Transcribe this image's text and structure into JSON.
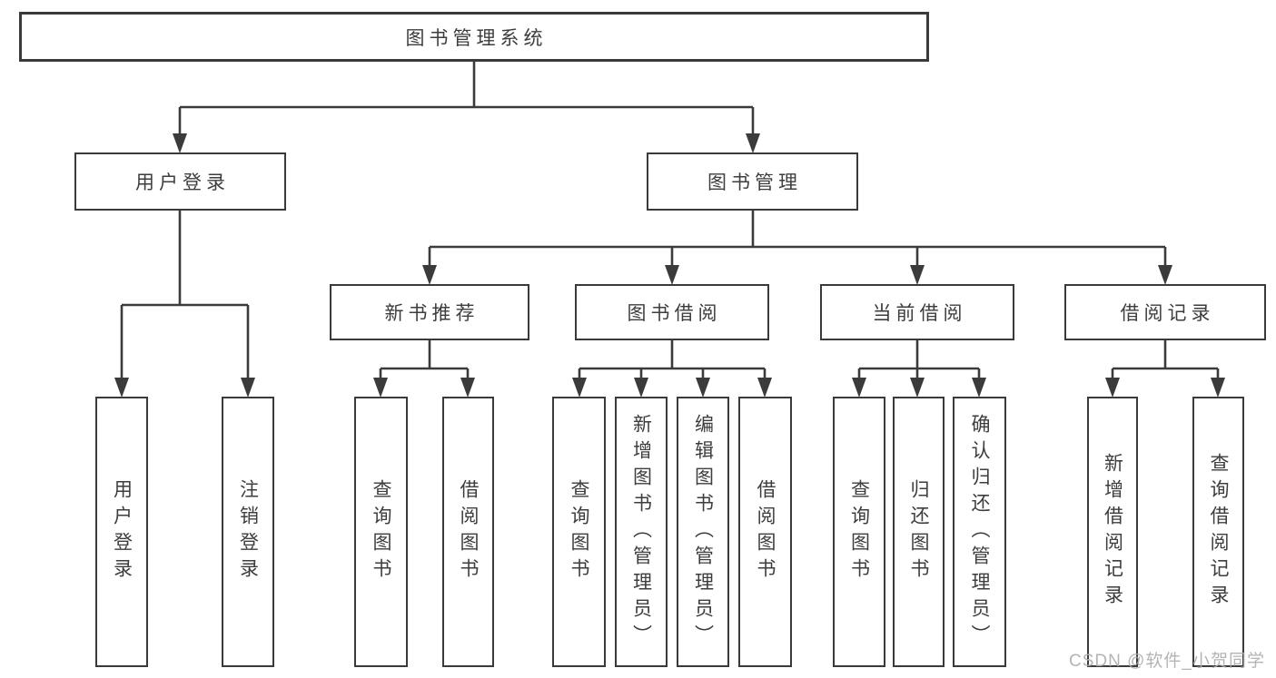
{
  "diagram_title": "图书管理系统",
  "tree": {
    "label": "图书管理系统",
    "children": [
      {
        "label": "用户登录",
        "children": [
          {
            "label": "用户登录"
          },
          {
            "label": "注销登录"
          }
        ]
      },
      {
        "label": "图书管理",
        "children": [
          {
            "label": "新书推荐",
            "children": [
              {
                "label": "查询图书"
              },
              {
                "label": "借阅图书"
              }
            ]
          },
          {
            "label": "图书借阅",
            "children": [
              {
                "label": "查询图书"
              },
              {
                "label": "新增图书（管理员）"
              },
              {
                "label": "编辑图书（管理员）"
              },
              {
                "label": "借阅图书"
              }
            ]
          },
          {
            "label": "当前借阅",
            "children": [
              {
                "label": "查询图书"
              },
              {
                "label": "归还图书"
              },
              {
                "label": "确认归还（管理员）"
              }
            ]
          },
          {
            "label": "借阅记录",
            "children": [
              {
                "label": "新增借阅记录"
              },
              {
                "label": "查询借阅记录"
              }
            ]
          }
        ]
      }
    ]
  },
  "watermark": {
    "text": "CSDN @软件_小贺同学"
  },
  "colors": {
    "line": "#3b3b3b",
    "border": "#3a3a3a",
    "text": "#3d3d3d",
    "background": "#ffffff",
    "watermark": "#acacac"
  }
}
